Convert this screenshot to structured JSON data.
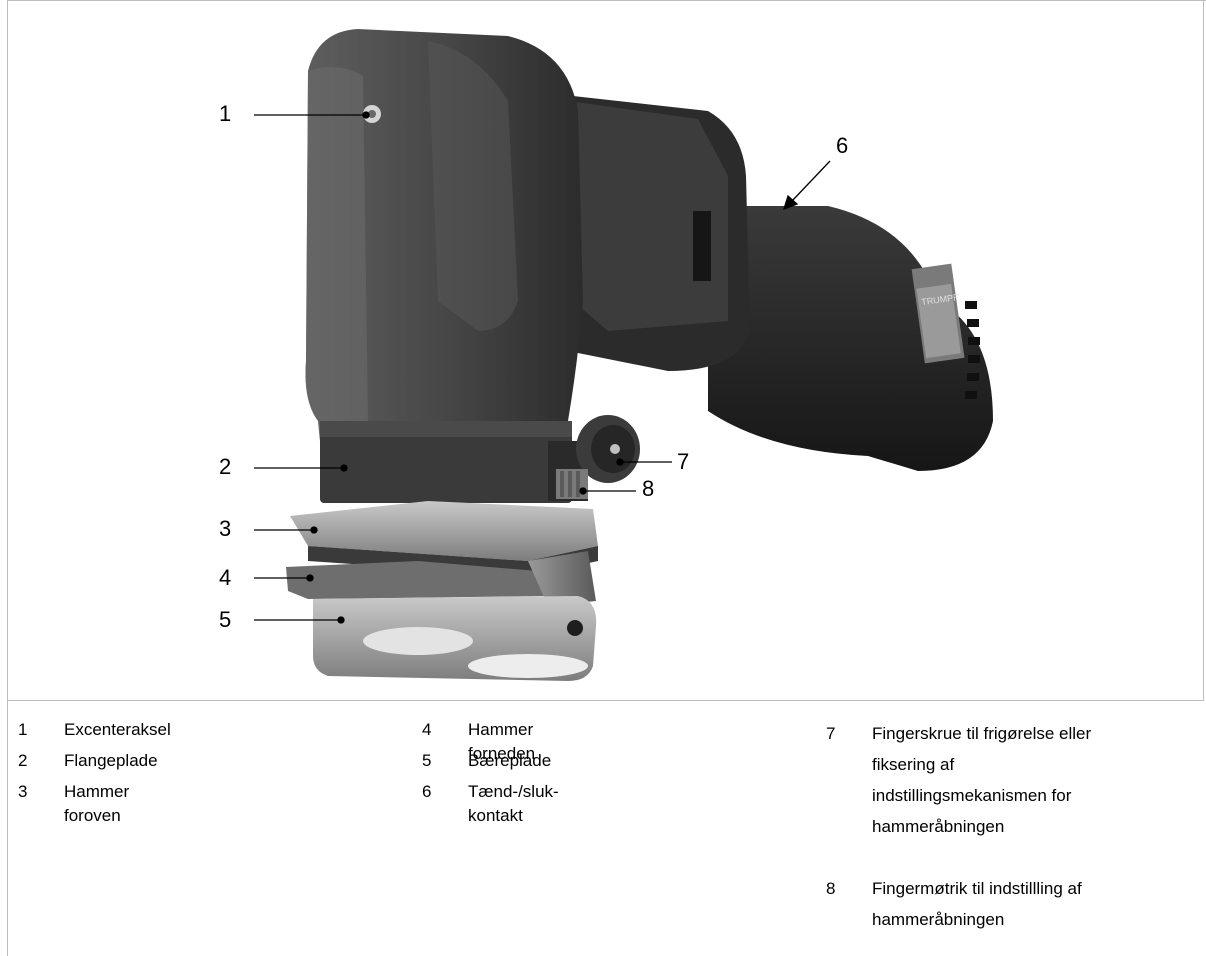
{
  "callouts": [
    {
      "num": "1"
    },
    {
      "num": "2"
    },
    {
      "num": "3"
    },
    {
      "num": "4"
    },
    {
      "num": "5"
    },
    {
      "num": "6"
    },
    {
      "num": "7"
    },
    {
      "num": "8"
    }
  ],
  "legend": [
    {
      "num": "1",
      "lines": [
        "Excenteraksel"
      ]
    },
    {
      "num": "2",
      "lines": [
        "Flangeplade"
      ]
    },
    {
      "num": "3",
      "lines": [
        "Hammer foroven"
      ]
    },
    {
      "num": "4",
      "lines": [
        "Hammer forneden"
      ]
    },
    {
      "num": "5",
      "lines": [
        "Bæreplade"
      ]
    },
    {
      "num": "6",
      "lines": [
        "Tænd-/sluk-kontakt"
      ]
    },
    {
      "num": "7",
      "lines": [
        "Fingerskrue til frigørelse eller",
        "fiksering af",
        "indstillingsmekanismen for",
        "hammeråbningen"
      ]
    },
    {
      "num": "8",
      "lines": [
        "Fingermøtrik til indstillling af",
        "hammeråbningen"
      ]
    }
  ],
  "brand_label": "TRUMPF"
}
